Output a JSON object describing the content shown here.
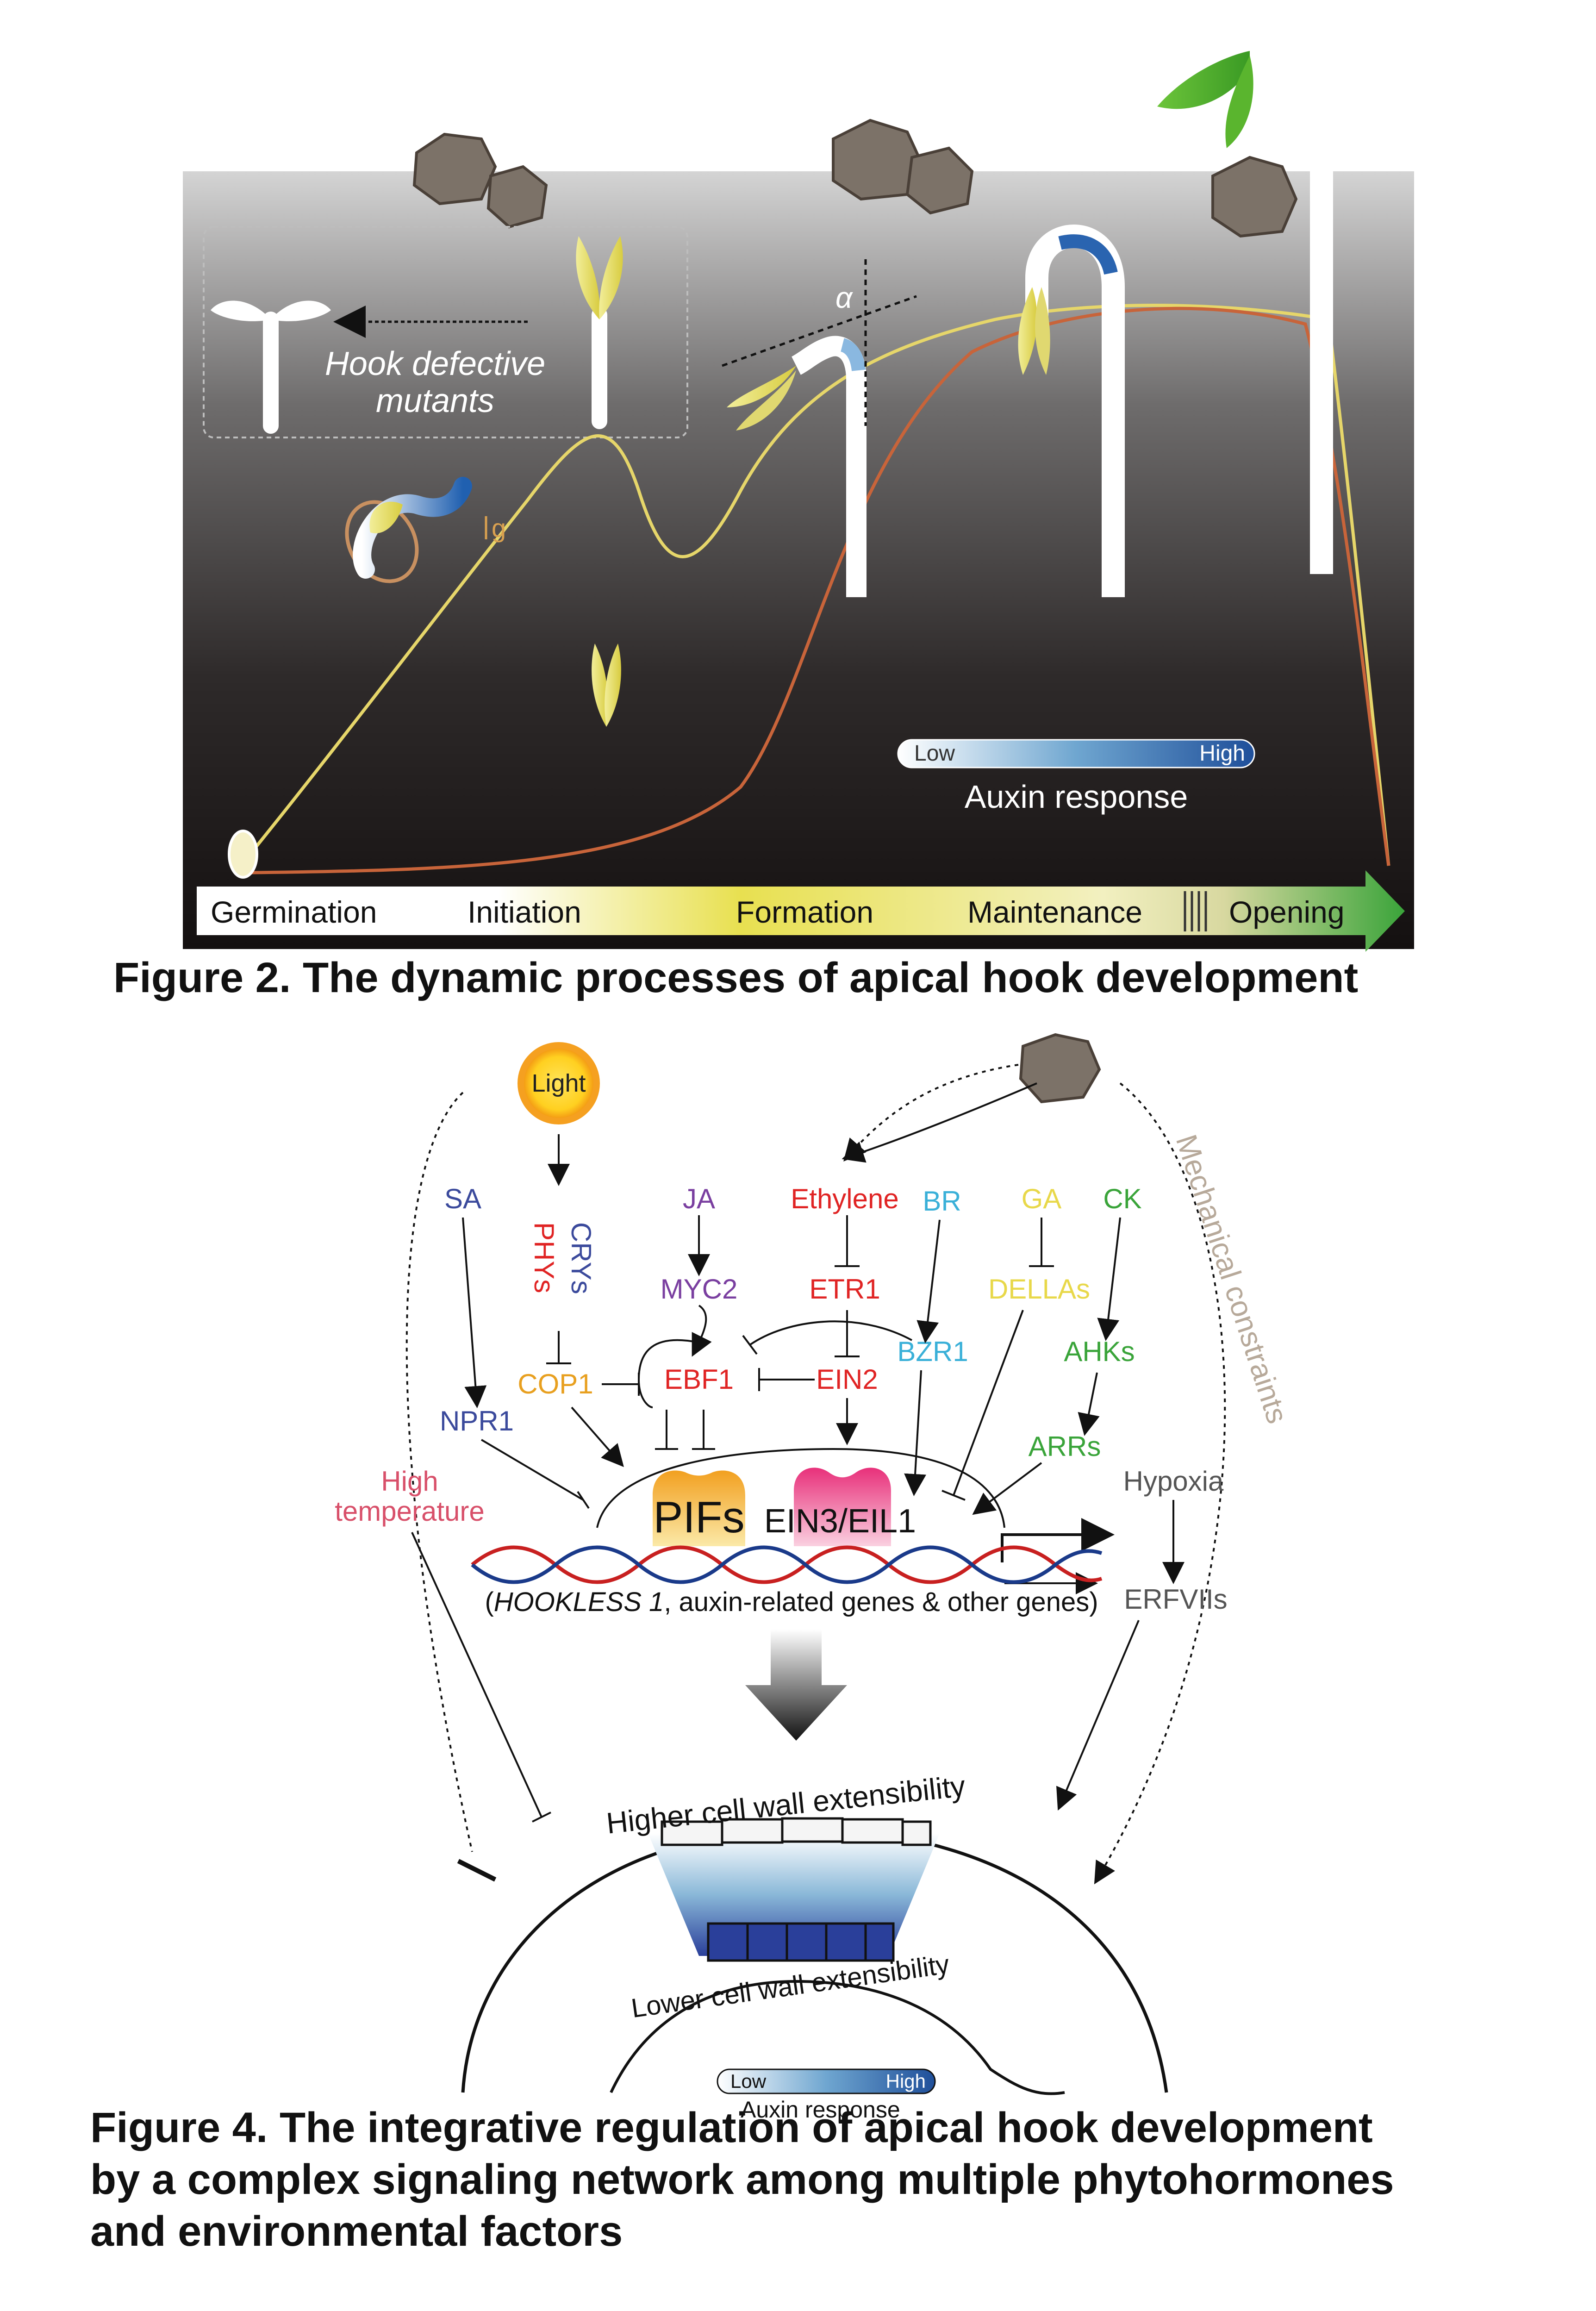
{
  "figure2": {
    "caption": "Figure 2. The dynamic processes of apical hook development",
    "mutant_label_line1": "Hook defective",
    "mutant_label_line2": "mutants",
    "angle_label": "α",
    "gravity_label": "g",
    "legend": {
      "low": "Low",
      "high": "High",
      "title": "Auxin response"
    },
    "stages": [
      "Germination",
      "Initiation",
      "Formation",
      "Maintenance",
      "Opening"
    ],
    "colors": {
      "background_top": "#c8c8c8",
      "background_bottom": "#141010",
      "auxin_low": "#ffffff",
      "auxin_high": "#1f5aa6",
      "cotyledon_yellow": "#e8e27a",
      "cotyledon_green": "#5ab52e",
      "stage_bar_end": "#3aa43a"
    }
  },
  "figure4": {
    "caption_lines": [
      "Figure 4. The integrative regulation of apical hook development",
      "by a complex signaling network among multiple phytohormones",
      "and environmental factors"
    ],
    "nodes": {
      "light": "Light",
      "sa": "SA",
      "phys": "PHYs",
      "crys": "CRYs",
      "ja": "JA",
      "ethylene": "Ethylene",
      "br": "BR",
      "ga": "GA",
      "ck": "CK",
      "myc2": "MYC2",
      "etr1": "ETR1",
      "della": "DELLAs",
      "cop1": "COP1",
      "ebf1": "EBF1",
      "ein2": "EIN2",
      "bzr1": "BZR1",
      "ahks": "AHKs",
      "npr1": "NPR1",
      "arrs": "ARRs",
      "high_temp_line1": "High",
      "high_temp_line2": "temperature",
      "hypoxia": "Hypoxia",
      "erfviis": "ERFVIIs",
      "pifs": "PIFs",
      "ein3": "EIN3/EIL1",
      "mechanical": "Mechanical constraints"
    },
    "genes_note_italic": "HOOKLESS 1",
    "genes_note_rest": ", auxin-related genes & other genes)",
    "genes_note_open": "(",
    "higher_wall": "Higher cell wall extensibility",
    "lower_wall": "Lower cell wall extensibility",
    "legend": {
      "low": "Low",
      "high": "High",
      "title": "Auxin response"
    },
    "colors": {
      "sa": "#3b4a9c",
      "phys": "#e02424",
      "crys": "#3b4a9c",
      "ja": "#7a3fa0",
      "ethylene": "#e02424",
      "br": "#3ab0d8",
      "ga": "#e8d84a",
      "ck": "#3aa43a",
      "cop1": "#e8a020",
      "npr1": "#3b4a9c",
      "high_temp": "#d8506a",
      "hypoxia": "#555555",
      "erfviis": "#555555",
      "mechanical": "#b7a99a",
      "pifs": "#f0b030",
      "ein3": "#e0307a"
    }
  }
}
